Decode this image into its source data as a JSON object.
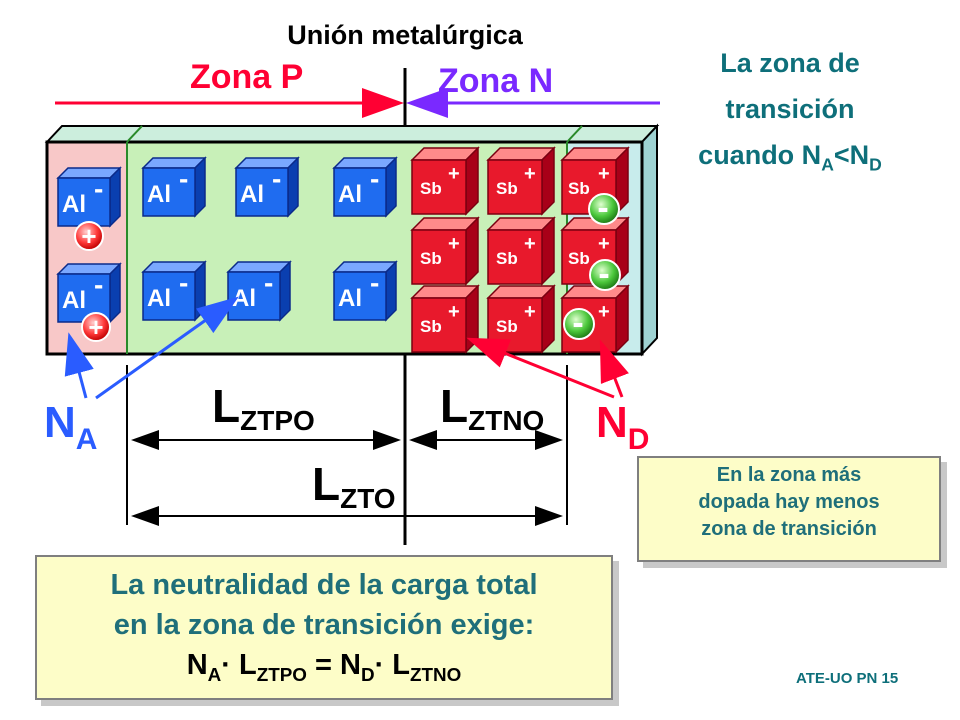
{
  "header": {
    "union_label": "Unión metalúrgica"
  },
  "zones": {
    "p_label": "Zona P",
    "n_label": "Zona N"
  },
  "title_right": {
    "line1": "La zona de",
    "line2": "transición",
    "line3_prefix": "cuando N",
    "sub_a": "A",
    "lt": "<N",
    "sub_d": "D"
  },
  "dopants": {
    "acceptor": {
      "symbol": "Al",
      "charge": "-"
    },
    "donor": {
      "symbol": "Sb",
      "charge": "+"
    },
    "hole_sign": "+",
    "electron_sign": "-"
  },
  "labels": {
    "na_main": "N",
    "na_sub": "A",
    "nd_main": "N",
    "nd_sub": "D",
    "lztpo_main": "L",
    "lztpo_sub": "ZTPO",
    "lztno_main": "L",
    "lztno_sub": "ZTNO",
    "lzto_main": "L",
    "lzto_sub": "ZTO"
  },
  "note_small": {
    "line1": "En la zona más",
    "line2": "dopada hay menos",
    "line3": "zona de transición"
  },
  "note_big": {
    "line1": "La neutralidad de la carga total",
    "line2": "en la zona de transición exige:",
    "eq_n1": "N",
    "eq_a": "A",
    "eq_dot1": "· L",
    "eq_ztpo": "ZTPO",
    "eq_mid": " = N",
    "eq_d": "D",
    "eq_dot2": "· L",
    "eq_ztno": "ZTNO"
  },
  "footer": "ATE-UO PN 15",
  "colors": {
    "p_zone": "#c8f0b8",
    "p_outer": "#f8c8c8",
    "n_zone": "#ec1f3a",
    "n_outer": "#c8ecec",
    "acceptor_cube": "#1f6cf0",
    "donor_cube": "#e8192c",
    "title_teal": "#0e6f7a",
    "red": "#ff0033",
    "violet": "#7a29ff"
  }
}
